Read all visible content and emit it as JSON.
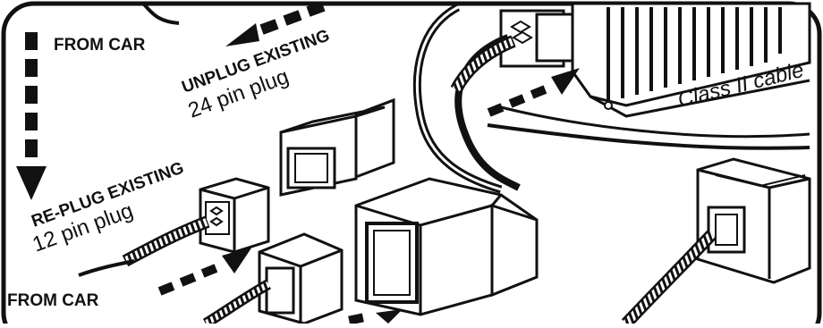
{
  "labels": {
    "from_car_top": "FROM CAR",
    "unplug_line1": "UNPLUG EXISTING",
    "unplug_line2": "24 pin plug",
    "replug_line1": "RE-PLUG EXISTING",
    "replug_line2": "12 pin plug",
    "from_car_bottom": "FROM CAR",
    "class_cable": "Class II cable"
  },
  "colors": {
    "ink": "#111111",
    "paper": "#ffffff"
  },
  "icons": [
    "dashed-arrow-icon",
    "connector-plug-icon",
    "heatsink-module-icon",
    "interface-box-icon"
  ]
}
